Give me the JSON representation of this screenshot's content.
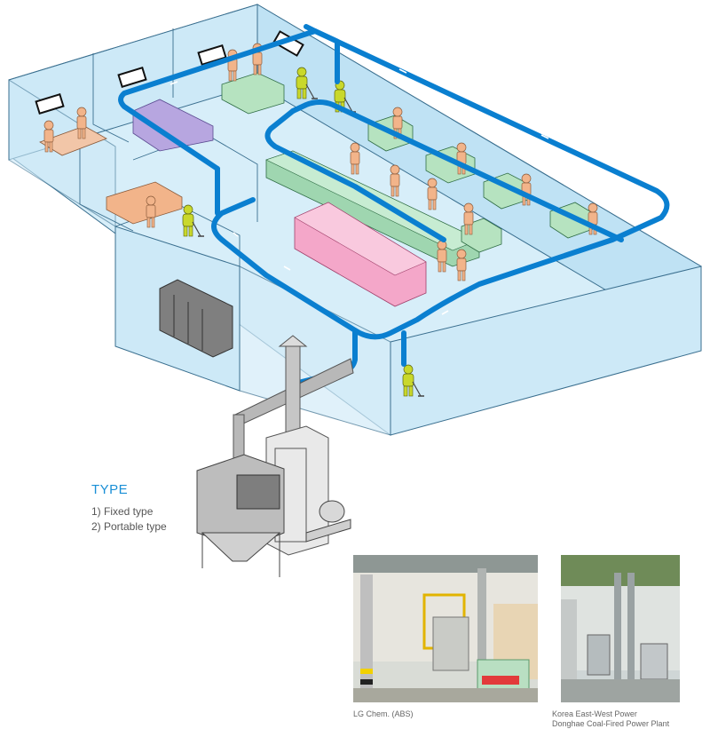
{
  "type_section": {
    "title": "TYPE",
    "items": [
      "1) Fixed type",
      "2) Portable type"
    ]
  },
  "photos": [
    {
      "caption_lines": [
        "LG Chem. (ABS)"
      ]
    },
    {
      "caption_lines": [
        "Korea East-West Power",
        "Donghae Coal-Fired Power Plant"
      ]
    }
  ],
  "colors": {
    "wall_fill": "#cde9f7",
    "wall_stroke": "#3a6f8f",
    "duct": "#0a7fd0",
    "worker_suit": "#c9d82b",
    "staff_skin": "#f2b48a",
    "green_machine": "#b6e3c0",
    "pink_block": "#f4a7c9",
    "purple_block": "#b7a6e0",
    "title_blue": "#1a8fd6"
  }
}
